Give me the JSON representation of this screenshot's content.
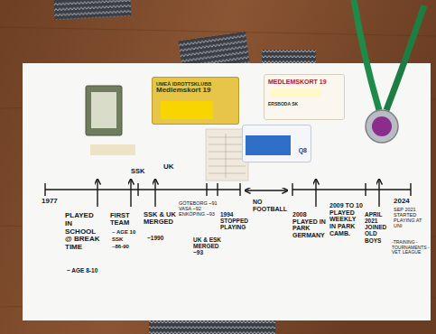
{
  "diagram": {
    "nodes": [
      {
        "text": [
          "UMEÅ IDROTTSKLUBB",
          "Medlemskort 19"
        ]
      },
      {
        "text": [
          "MEDLEMSKORT 19",
          "ERSBODA SK"
        ]
      },
      {
        "text": [
          "Q8"
        ]
      }
    ],
    "labels": [
      "1977",
      "PLAYED IN SCHOOL @ BREAK TIME",
      "~ AGE 8-10",
      "FIRST TEAM",
      "~ AGE 10",
      "SSK",
      "~86-90",
      "SSK",
      "UK",
      "SSK & UK MERGED",
      "~1990",
      "GÖTEBORG ~91 VASA ~92 ENKÖPING ~93",
      "UK & ESK MERGED ~93",
      "1994 STOPPED PLAYING",
      "NO FOOTBALL",
      "2008 PLAYED IN PARK GERMANY",
      "2009 TO 10 PLAYED WEEKLY IN PARK CAMB.",
      "APRIL 2021 JOINED OLD BOYS",
      "2024",
      "SEP 2021 STARTED PLAYING AT UNI",
      "-TRAINING -TOURNAMENTS -VET. LEAGUE"
    ]
  }
}
